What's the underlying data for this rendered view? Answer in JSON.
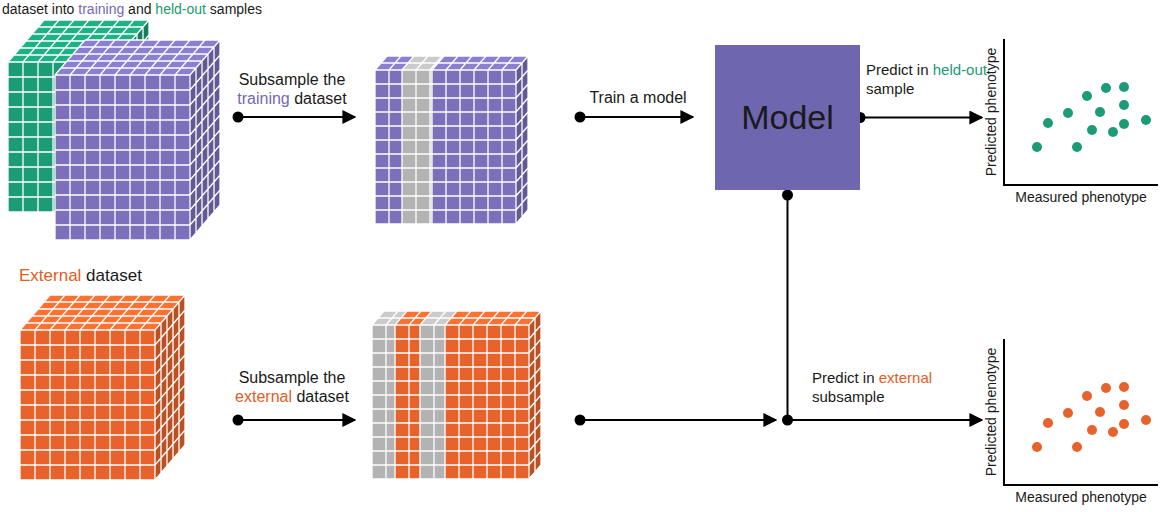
{
  "diagram": {
    "nodes": [
      {
        "text": [
          "Model"
        ]
      },
      {
        "text": [
          "Predicted phenotype",
          "Measured phenotype"
        ]
      },
      {
        "text": [
          "External dataset"
        ]
      },
      {
        "text": [
          "Predicted phenotype",
          "Measured phenotype"
        ]
      }
    ],
    "edges": [
      {
        "from": 0,
        "to": 1,
        "arrow": "to",
        "label": "Predict in held-out sample"
      },
      {
        "from": 0,
        "to": 3,
        "arrow": "to",
        "label": "Predict in external subsample"
      }
    ],
    "labels": [
      "dataset into training and held-out samples",
      "Subsample the training dataset",
      "Train a model",
      "Subsample the external dataset"
    ]
  }
}
